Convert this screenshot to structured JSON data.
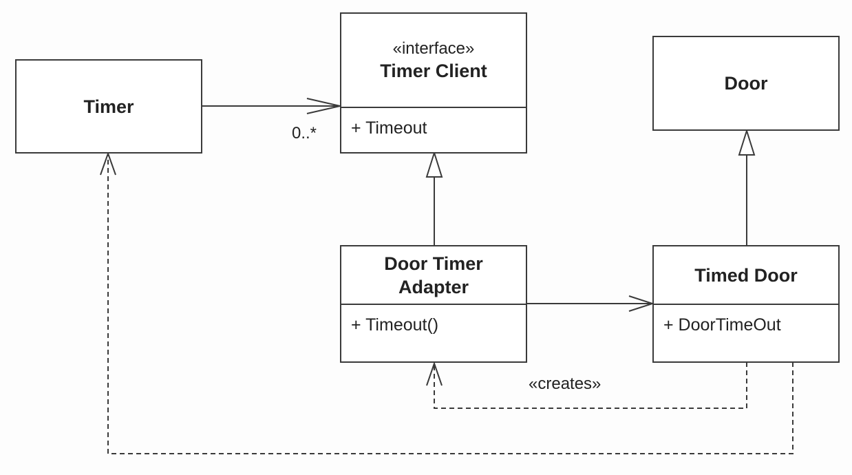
{
  "classes": {
    "timer": {
      "name": "Timer"
    },
    "timer_client": {
      "stereotype": "«interface»",
      "name": "Timer Client",
      "operation": "+ Timeout"
    },
    "door": {
      "name": "Door"
    },
    "door_timer_adapter": {
      "name_line1": "Door Timer",
      "name_line2": "Adapter",
      "operation": "+ Timeout()"
    },
    "timed_door": {
      "name": "Timed Door",
      "operation": "+ DoorTimeOut"
    }
  },
  "relationships": {
    "timer_to_client": {
      "type": "association",
      "multiplicity": "0..*"
    },
    "adapter_to_client": {
      "type": "realization"
    },
    "timed_door_to_door": {
      "type": "generalization"
    },
    "adapter_to_timed_door": {
      "type": "association"
    },
    "timed_door_creates_adapter": {
      "type": "dependency",
      "stereotype": "«creates»"
    },
    "timed_door_uses_timer": {
      "type": "dependency"
    }
  },
  "colors": {
    "line": "#3a3a3a",
    "box_fill": "#ffffff",
    "background": "#fdfdfd"
  }
}
